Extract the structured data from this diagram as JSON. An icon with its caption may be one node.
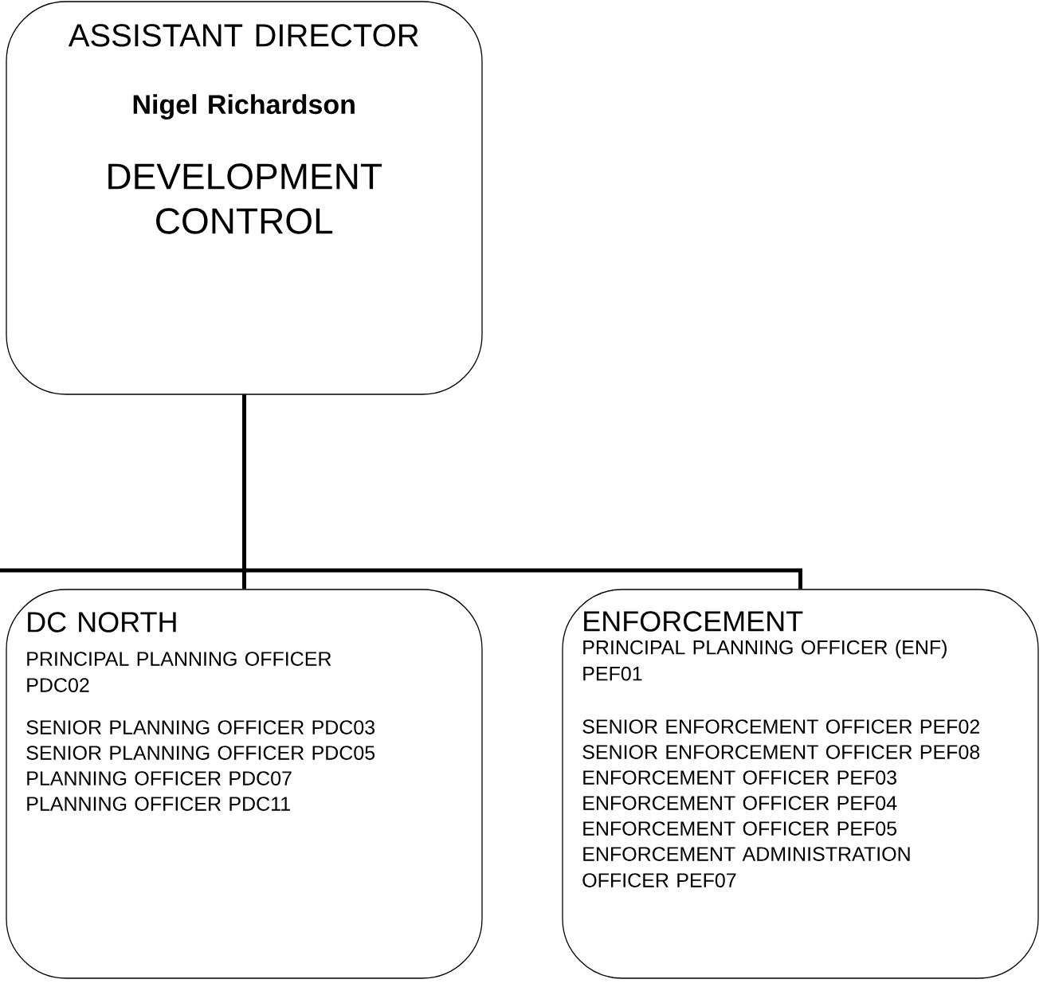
{
  "diagram": {
    "nodes": [
      {
        "text": [
          "ASSISTANT DIRECTOR",
          "Nigel Richardson",
          "DEVELOPMENT CONTROL"
        ]
      },
      {
        "text": [
          "DC NORTH",
          "PRINCIPAL PLANNING OFFICER PDC02",
          "SENIOR PLANNING OFFICER PDC03",
          "SENIOR PLANNING OFFICER PDC05",
          "PLANNING OFFICER PDC07",
          "PLANNING OFFICER PDC11"
        ]
      },
      {
        "text": [
          "ENFORCEMENT",
          "PRINCIPAL PLANNING OFFICER (ENF) PEF01",
          "SENIOR ENFORCEMENT OFFICER PEF02",
          "SENIOR ENFORCEMENT OFFICER PEF08",
          "ENFORCEMENT OFFICER PEF03",
          "ENFORCEMENT OFFICER PEF04",
          "ENFORCEMENT OFFICER PEF05",
          "ENFORCEMENT ADMINISTRATION OFFICER PEF07"
        ]
      }
    ],
    "edges": [
      {
        "from": 0,
        "to": 1,
        "arrow": "none"
      },
      {
        "from": 0,
        "to": 2,
        "arrow": "none"
      },
      {
        "from": 0,
        "to": null,
        "arrow": "none"
      }
    ]
  }
}
